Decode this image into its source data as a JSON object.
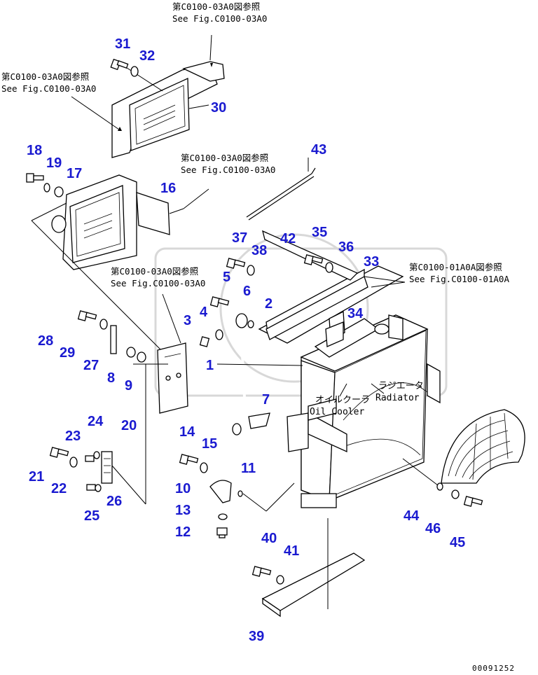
{
  "references": [
    {
      "jp": "第C0100-03A0図参照",
      "en": "See Fig.C0100-03A0"
    },
    {
      "jp": "第C0100-03A0図参照",
      "en": "See Fig.C0100-03A0"
    },
    {
      "jp": "第C0100-03A0図参照",
      "en": "See Fig.C0100-03A0"
    },
    {
      "jp": "第C0100-03A0図参照",
      "en": "See Fig.C0100-03A0"
    },
    {
      "jp": "第C0100-01A0A図参照",
      "en": "See Fig.C0100-01A0A"
    }
  ],
  "component_labels": {
    "radiator_jp": "ラジエータ",
    "radiator_en": "Radiator",
    "oil_cooler_jp": "オイルクーラ",
    "oil_cooler_en": "Oil Cooler"
  },
  "callouts": [
    "1",
    "2",
    "3",
    "4",
    "5",
    "6",
    "7",
    "8",
    "9",
    "10",
    "11",
    "12",
    "13",
    "14",
    "15",
    "16",
    "17",
    "18",
    "19",
    "20",
    "21",
    "22",
    "23",
    "24",
    "25",
    "26",
    "27",
    "28",
    "29",
    "30",
    "31",
    "32",
    "33",
    "34",
    "35",
    "36",
    "37",
    "38",
    "39",
    "40",
    "41",
    "42",
    "43",
    "44",
    "45",
    "46"
  ],
  "drawing_code": "00091252",
  "colors": {
    "callout": "#1a1ad0",
    "line": "#000000",
    "background": "#ffffff"
  }
}
